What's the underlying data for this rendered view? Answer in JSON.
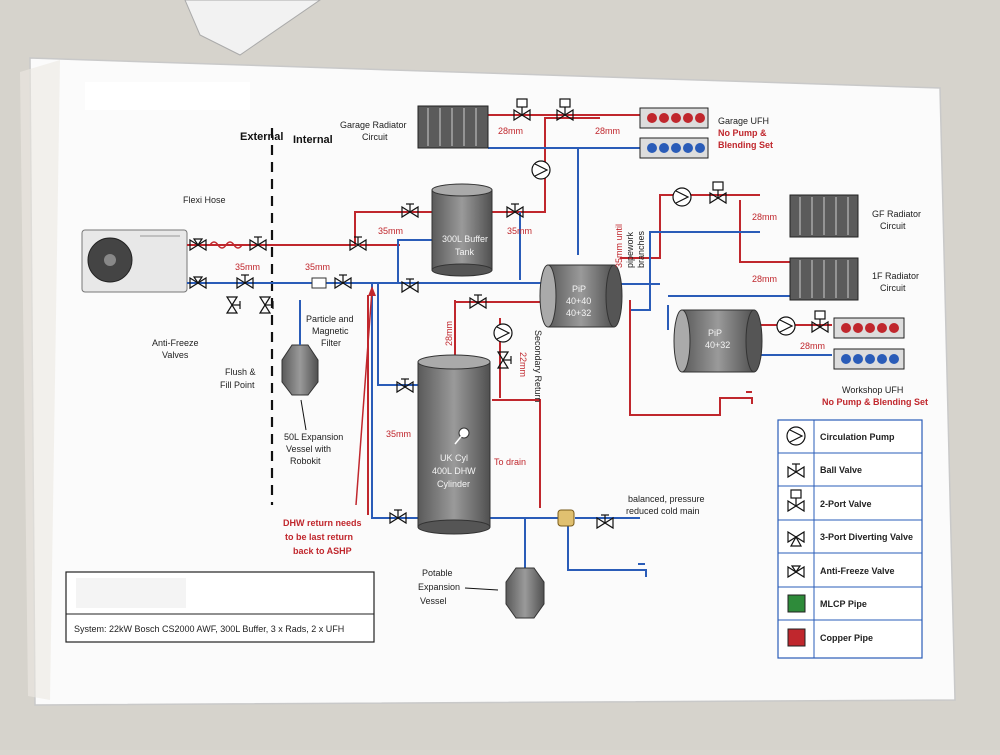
{
  "header": {
    "external": "External",
    "internal": "Internal"
  },
  "labels": {
    "flexi_hose": "Flexi Hose",
    "anti_freeze_1": "Anti-Freeze",
    "anti_freeze_2": "Valves",
    "flush_1": "Flush &",
    "flush_2": "Fill Point",
    "filter_1": "Particle and",
    "filter_2": "Magnetic",
    "filter_3": "Filter",
    "expansion_1": "50L Expansion",
    "expansion_2": "Vessel with",
    "expansion_3": "Robokit",
    "buffer_1": "300L Buffer",
    "buffer_2": "Tank",
    "cyl_1": "UK Cyl",
    "cyl_2": "400L DHW",
    "cyl_3": "Cylinder",
    "garage_rad_1": "Garage Radiator",
    "garage_rad_2": "Circuit",
    "garage_ufh_1": "Garage UFH",
    "garage_ufh_2": "No Pump &",
    "garage_ufh_3": "Blending Set",
    "gf_rad_1": "GF Radiator",
    "gf_rad_2": "Circuit",
    "f1_rad_1": "1F Radiator",
    "f1_rad_2": "Circuit",
    "pip1_1": "PiP",
    "pip1_2": "40+40",
    "pip1_3": "40+32",
    "pip2_1": "PiP",
    "pip2_2": "40+32",
    "pipework_1": "35mm until",
    "pipework_2": "pipework",
    "pipework_3": "branches",
    "secondary_return": "Secondary Return",
    "to_drain": "To drain",
    "workshop_1": "Workshop UFH",
    "workshop_2": "No Pump & Blending Set",
    "cold_main_1": "balanced, pressure",
    "cold_main_2": "reduced cold main",
    "dhw_return_1": "DHW return needs",
    "dhw_return_2": "to be last return",
    "dhw_return_3": "back to ASHP",
    "potable_1": "Potable",
    "potable_2": "Expansion",
    "potable_3": "Vessel",
    "system": "System: 22kW Bosch CS2000 AWF, 300L Buffer, 3 x Rads, 2 x UFH"
  },
  "pipe_sizes": {
    "s35": "35mm",
    "s28": "28mm",
    "s22": "22mm"
  },
  "legend": [
    {
      "label": "Circulation Pump",
      "icon": "pump-icon"
    },
    {
      "label": "Ball Valve",
      "icon": "ball-valve-icon"
    },
    {
      "label": "2-Port Valve",
      "icon": "two-port-valve-icon"
    },
    {
      "label": "3-Port Diverting Valve",
      "icon": "three-port-valve-icon"
    },
    {
      "label": "Anti-Freeze Valve",
      "icon": "anti-freeze-valve-icon"
    },
    {
      "label": "MLCP Pipe",
      "icon": "mlcp-swatch",
      "color": "#2e8b3a"
    },
    {
      "label": "Copper Pipe",
      "icon": "copper-swatch",
      "color": "#c0272d"
    }
  ],
  "colors": {
    "flow": "#c0272d",
    "return": "#2a5cb8",
    "mlcp": "#2e8b3a",
    "copper": "#c0272d"
  }
}
